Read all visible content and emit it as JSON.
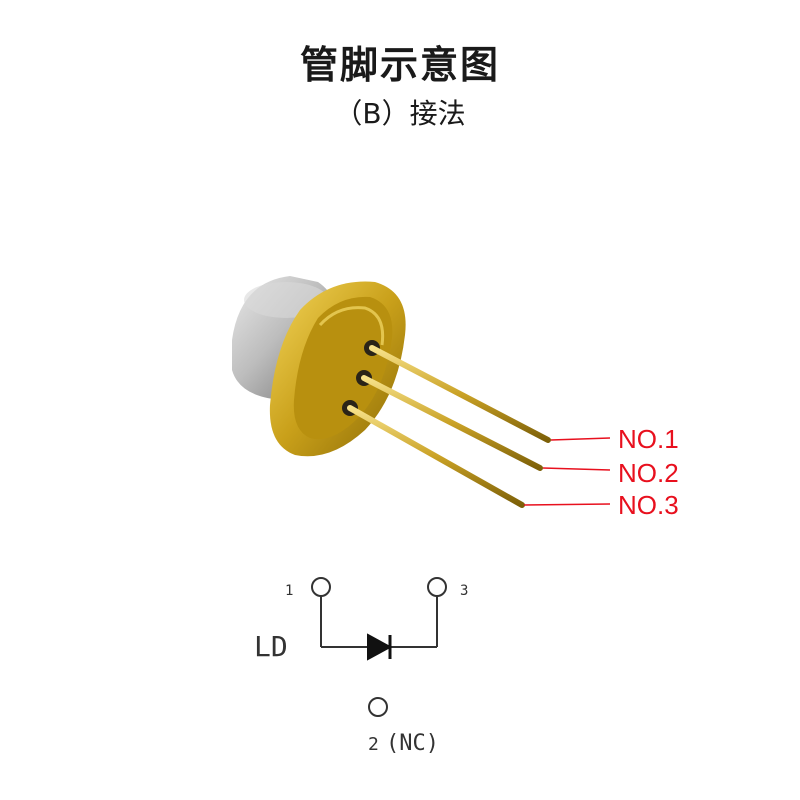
{
  "title": "管脚示意图",
  "subtitle": "（B）接法",
  "pins": [
    {
      "label": "NO.1"
    },
    {
      "label": "NO.2"
    },
    {
      "label": "NO.3"
    }
  ],
  "schematic": {
    "pin1": "1",
    "pin3": "3",
    "device": "LD",
    "pin2": "2",
    "nc": "(NC)"
  },
  "colors": {
    "label_red": "#e8101e",
    "gold": "#d4a017",
    "steel": "#c8c8c8"
  }
}
